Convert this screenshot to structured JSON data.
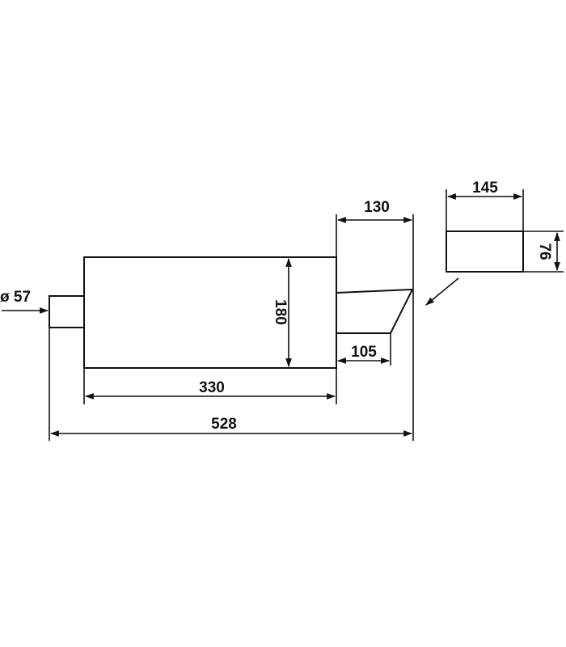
{
  "colors": {
    "line": "#111111",
    "background": "#ffffff"
  },
  "dimensions": {
    "inlet_diameter": "ø 57",
    "body_height": "180",
    "body_length": "330",
    "outlet_tip_length": "105",
    "outlet_length": "130",
    "total_length": "528",
    "outlet_width": "145",
    "outlet_height": "76"
  }
}
